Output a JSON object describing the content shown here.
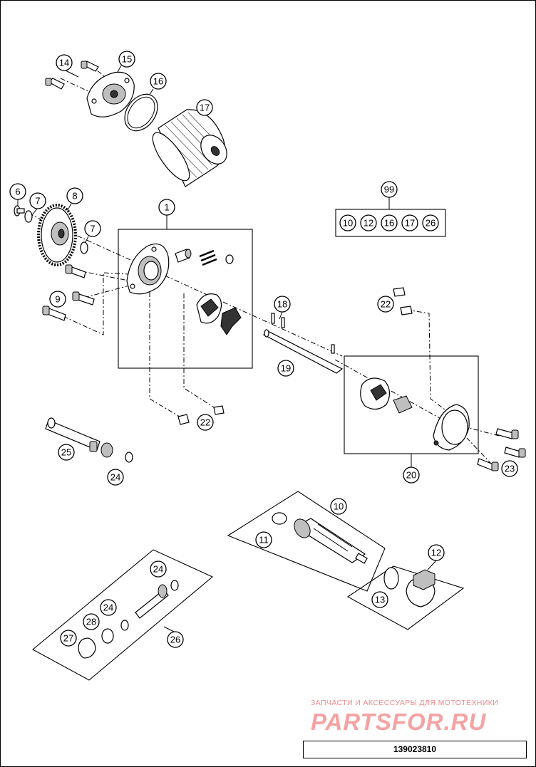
{
  "diagram": {
    "callouts": {
      "c1": "1",
      "c6": "6",
      "c7a": "7",
      "c7b": "7",
      "c8": "8",
      "c9": "9",
      "c10": "10",
      "c11": "11",
      "c12": "12",
      "c13": "13",
      "c14": "14",
      "c15": "15",
      "c16": "16",
      "c17": "17",
      "c18": "18",
      "c19": "19",
      "c20": "20",
      "c22a": "22",
      "c22b": "22",
      "c23": "23",
      "c24a": "24",
      "c24b": "24",
      "c24c": "24",
      "c25": "25",
      "c26": "26",
      "c27": "27",
      "c28": "28",
      "c99": "99"
    },
    "kit_99_contents": [
      "10",
      "12",
      "16",
      "17",
      "26"
    ]
  },
  "watermark": {
    "tagline": "ЗАПЧАСТИ И АКСЕССУАРЫ ДЛЯ МОТОТЕХНИКИ",
    "logo": "PARTSFOR.RU"
  },
  "drawing_number": "139023810",
  "colors": {
    "line": "#000000",
    "watermark": "#f4a3a3",
    "background": "#ffffff"
  }
}
